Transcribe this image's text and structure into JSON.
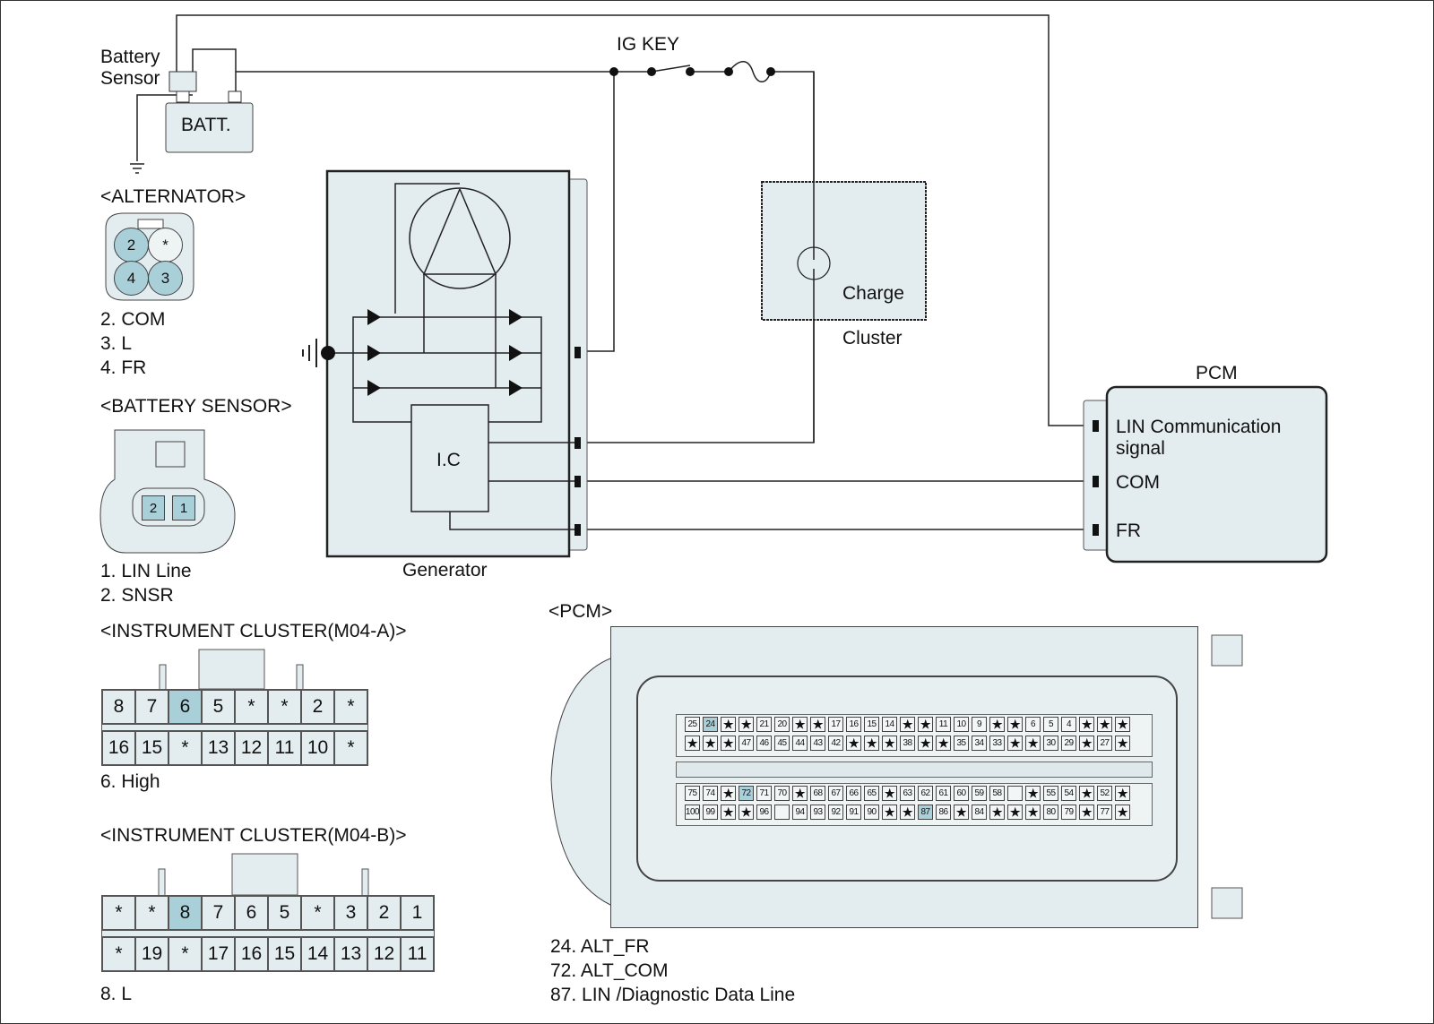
{
  "top_circuit": {
    "battery_sensor_label_1": "Battery",
    "battery_sensor_label_2": "Sensor",
    "battery_label": "BATT.",
    "battery_minus": "-",
    "battery_plus": "+",
    "ig_key_label": "IG KEY",
    "generator_label": "Generator",
    "ic_label": "I.C",
    "cluster_lamp_label": "Charge",
    "cluster_label": "Cluster",
    "pcm_title": "PCM",
    "pcm_terminals": [
      "LIN Communication",
      "signal",
      "COM",
      "FR"
    ]
  },
  "alternator_connector": {
    "title": "<ALTERNATOR>",
    "pins": [
      "2",
      "*",
      "4",
      "3"
    ],
    "highlighted": [
      "2",
      "4",
      "3"
    ],
    "legend": [
      "2. COM",
      "3. L",
      "4. FR"
    ]
  },
  "battery_sensor_connector": {
    "title": "<BATTERY SENSOR>",
    "pins": [
      "2",
      "1"
    ],
    "legend": [
      "1. LIN Line",
      "2. SNSR"
    ]
  },
  "cluster_a": {
    "title": "<INSTRUMENT CLUSTER(M04-A)>",
    "row1": [
      "8",
      "7",
      "6",
      "5",
      "*",
      "*",
      "2",
      "*"
    ],
    "row2": [
      "16",
      "15",
      "*",
      "13",
      "12",
      "11",
      "10",
      "*"
    ],
    "highlighted": [
      "6"
    ],
    "legend": [
      "6. High"
    ]
  },
  "cluster_b": {
    "title": "<INSTRUMENT CLUSTER(M04-B)>",
    "row1": [
      "*",
      "*",
      "8",
      "7",
      "6",
      "5",
      "*",
      "3",
      "2",
      "1"
    ],
    "row2": [
      "*",
      "19",
      "*",
      "17",
      "16",
      "15",
      "14",
      "13",
      "12",
      "11"
    ],
    "highlighted": [
      "8"
    ],
    "legend": [
      "8. L"
    ]
  },
  "pcm_connector": {
    "title": "<PCM>",
    "rows": [
      [
        "25",
        "24",
        "*",
        "*",
        "21",
        "20",
        "*",
        "*",
        "17",
        "16",
        "15",
        "14",
        "*",
        "*",
        "11",
        "10",
        "9",
        "*",
        "*",
        "6",
        "5",
        "4",
        "*",
        "*",
        "*"
      ],
      [
        "*",
        "*",
        "*",
        "47",
        "46",
        "45",
        "44",
        "43",
        "42",
        "*",
        "*",
        "*",
        "38",
        "*",
        "*",
        "35",
        "34",
        "33",
        "*",
        "*",
        "30",
        "29",
        "*",
        "27",
        "*"
      ],
      [
        "75",
        "74",
        "*",
        "72",
        "71",
        "70",
        "*",
        "68",
        "67",
        "66",
        "65",
        "*",
        "63",
        "62",
        "61",
        "60",
        "59",
        "58",
        "",
        "*",
        "55",
        "54",
        "*",
        "52",
        "*"
      ],
      [
        "100",
        "99",
        "*",
        "*",
        "96",
        "",
        "94",
        "93",
        "92",
        "91",
        "90",
        "*",
        "*",
        "87",
        "86",
        "*",
        "84",
        "*",
        "*",
        "*",
        "80",
        "79",
        "*",
        "77",
        "*"
      ]
    ],
    "highlighted": [
      "24",
      "72",
      "87"
    ],
    "legend": [
      "24. ALT_FR",
      "72. ALT_COM",
      "87. LIN /Diagnostic Data Line"
    ]
  },
  "colors": {
    "component_fill": "#e3ecee",
    "highlight_pin": "#a9cfd8",
    "line": "#222222"
  }
}
